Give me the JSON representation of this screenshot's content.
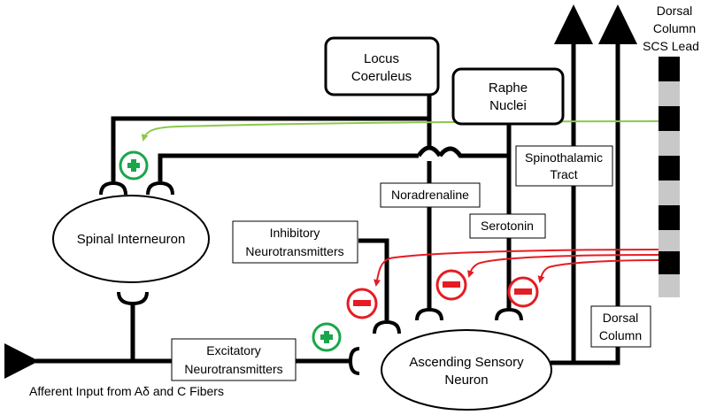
{
  "nodes": {
    "locus": [
      "Locus",
      "Coeruleus"
    ],
    "raphe": [
      "Raphe",
      "Nuclei"
    ],
    "spinal_interneuron": "Spinal Interneuron",
    "ascending": [
      "Ascending Sensory",
      "Neuron"
    ]
  },
  "labels": {
    "noradrenaline": "Noradrenaline",
    "serotonin": "Serotonin",
    "spinothalamic": [
      "Spinothalamic",
      "Tract"
    ],
    "dorsal_column": [
      "Dorsal",
      "Column"
    ],
    "inhibitory": [
      "Inhibitory",
      "Neurotransmitters"
    ],
    "excitatory": [
      "Excitatory",
      "Neurotransmitters"
    ],
    "afferent": "Afferent Input from Aδ and C Fibers",
    "scs_lead": [
      "Dorsal",
      "Column",
      "SCS Lead"
    ]
  },
  "colors": {
    "line": "#000000",
    "excite": "#1aa64a",
    "inhibit": "#e51c23",
    "scs_green_path": "#8cc84b",
    "lead_dark": "#000000",
    "lead_light": "#c8c8c8"
  },
  "icons": {
    "plus": "plus-icon",
    "minus": "minus-icon"
  }
}
